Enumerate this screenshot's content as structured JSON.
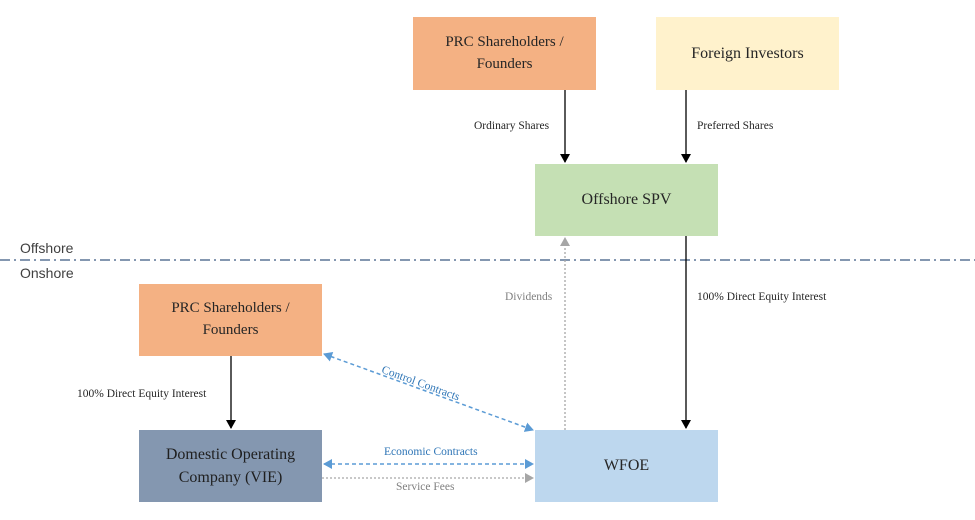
{
  "zones": {
    "offshore": "Offshore",
    "onshore": "Onshore"
  },
  "boxes": {
    "prc_top": [
      "PRC Shareholders /",
      "Founders"
    ],
    "foreign": "Foreign Investors",
    "spv": "Offshore SPV",
    "prc_left": [
      "PRC Shareholders /",
      "Founders"
    ],
    "domestic": [
      "Domestic Operating",
      "Company (VIE)"
    ],
    "wfoe": "WFOE"
  },
  "labels": {
    "ordinary": "Ordinary Shares",
    "preferred": "Preferred Shares",
    "dividends": "Dividends",
    "equity_right": "100% Direct Equity Interest",
    "equity_left": "100% Direct Equity Interest",
    "control": "Control Contracts",
    "economic": "Economic Contracts",
    "fees": "Service Fees"
  },
  "colors": {
    "prc": "#f4b183",
    "foreign": "#fff2cc",
    "spv": "#c5e0b4",
    "domestic": "#8497b0",
    "wfoe": "#bdd7ee",
    "contract_arrow": "#5b9bd5",
    "gray_arrow": "#a6a6a6",
    "divider": "#8497b0"
  }
}
